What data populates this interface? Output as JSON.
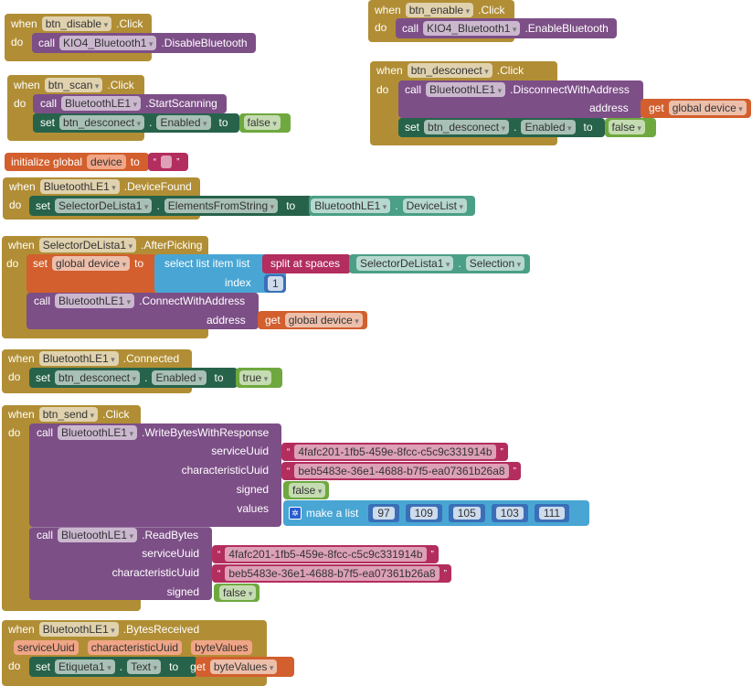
{
  "kw": {
    "when": "when",
    "do": "do",
    "call": "call",
    "set": "set",
    "to": "to",
    "get": "get",
    "dot": "."
  },
  "b1": {
    "comp": "btn_disable",
    "event": ".Click",
    "target": "KIO4_Bluetooth1",
    "method": ".DisableBluetooth"
  },
  "b2": {
    "comp": "btn_enable",
    "event": ".Click",
    "target": "KIO4_Bluetooth1",
    "method": ".EnableBluetooth"
  },
  "b3": {
    "comp": "btn_scan",
    "event": ".Click",
    "target": "BluetoothLE1",
    "method": ".StartScanning",
    "set_comp": "btn_desconect",
    "set_prop": "Enabled",
    "value": "false"
  },
  "b4": {
    "comp": "btn_desconect",
    "event": ".Click",
    "target": "BluetoothLE1",
    "method": ".DisconnectWithAddress",
    "arg": "address",
    "get_var": "global device",
    "set_comp": "btn_desconect",
    "set_prop": "Enabled",
    "value": "false"
  },
  "b5": {
    "label": "initialize global",
    "var": "device",
    "to": "to",
    "value": ""
  },
  "b6": {
    "comp": "BluetoothLE1",
    "event": ".DeviceFound",
    "set_comp": "SelectorDeLista1",
    "set_prop": "ElementsFromString",
    "get_comp": "BluetoothLE1",
    "get_prop": "DeviceList"
  },
  "b7": {
    "comp": "SelectorDeLista1",
    "event": ".AfterPicking",
    "set_var": "global device",
    "select": "select list item  list",
    "index": "index",
    "index_value": "1",
    "split": "split at spaces",
    "sel_comp": "SelectorDeLista1",
    "sel_prop": "Selection",
    "target": "BluetoothLE1",
    "method": ".ConnectWithAddress",
    "arg": "address",
    "get_var": "global device"
  },
  "b8": {
    "comp": "BluetoothLE1",
    "event": ".Connected",
    "set_comp": "btn_desconect",
    "set_prop": "Enabled",
    "value": "true"
  },
  "b9": {
    "comp": "btn_send",
    "event": ".Click",
    "write": {
      "target": "BluetoothLE1",
      "method": ".WriteBytesWithResponse",
      "serviceUuid_label": "serviceUuid",
      "serviceUuid": "4fafc201-1fb5-459e-8fcc-c5c9c331914b",
      "char_label": "characteristicUuid",
      "char": "beb5483e-36e1-4688-b7f5-ea07361b26a8",
      "signed_label": "signed",
      "signed": "false",
      "values_label": "values",
      "make_list": "make a list",
      "values": [
        "97",
        "109",
        "105",
        "103",
        "111"
      ]
    },
    "read": {
      "target": "BluetoothLE1",
      "method": ".ReadBytes",
      "serviceUuid_label": "serviceUuid",
      "serviceUuid": "4fafc201-1fb5-459e-8fcc-c5c9c331914b",
      "char_label": "characteristicUuid",
      "char": "beb5483e-36e1-4688-b7f5-ea07361b26a8",
      "signed_label": "signed",
      "signed": "false"
    }
  },
  "b10": {
    "comp": "BluetoothLE1",
    "event": ".BytesReceived",
    "params": [
      "serviceUuid",
      "characteristicUuid",
      "byteValues"
    ],
    "set_comp": "Etiqueta1",
    "set_prop": "Text",
    "get_var": "byteValues"
  }
}
